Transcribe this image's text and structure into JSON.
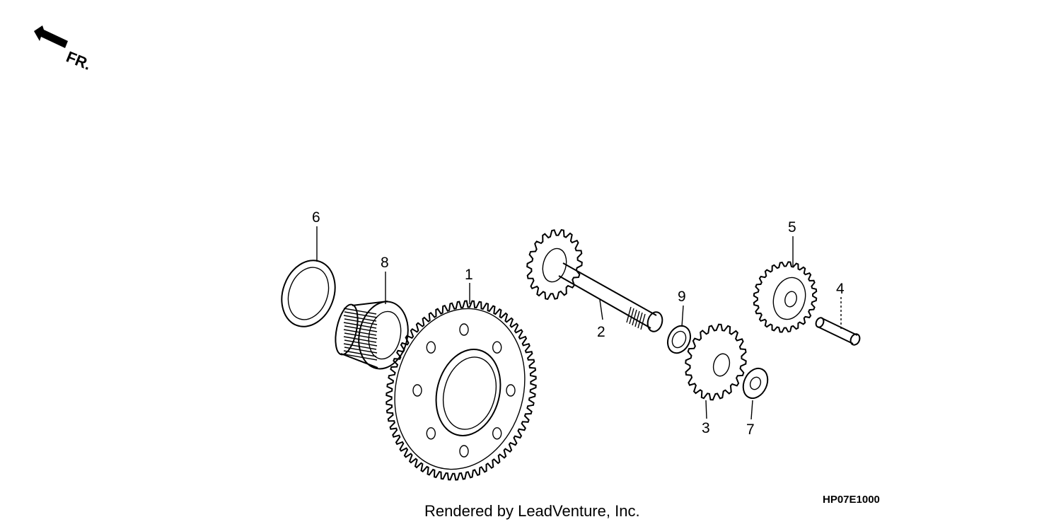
{
  "direction_label": "FR.",
  "callouts": {
    "part_1": "1",
    "part_2": "2",
    "part_3": "3",
    "part_4": "4",
    "part_5": "5",
    "part_6": "6",
    "part_7": "7",
    "part_8": "8",
    "part_9": "9"
  },
  "diagram_code": "HP07E1000",
  "credit": "Rendered by LeadVenture, Inc."
}
